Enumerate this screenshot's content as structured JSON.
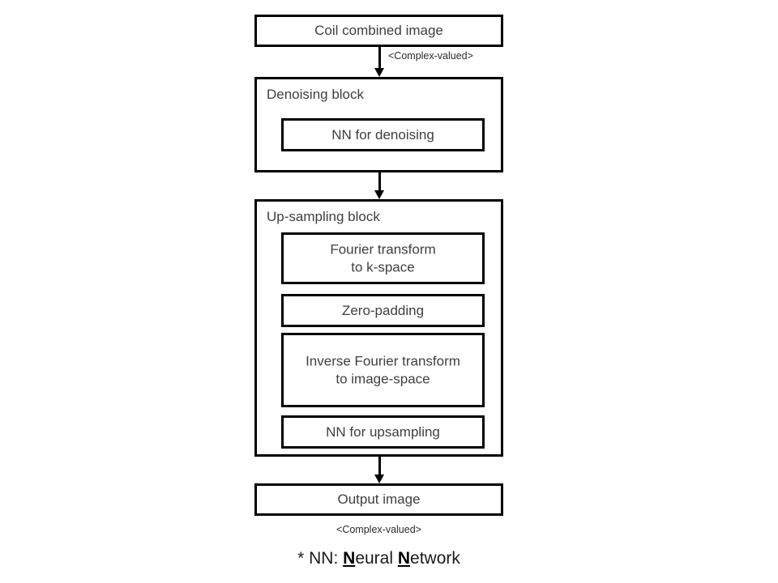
{
  "diagram": {
    "title_note": "* NN: Neural Network",
    "nodes": {
      "coil_combined": {
        "label": "Coil combined image"
      },
      "denoising_block": {
        "title": "Denoising block",
        "children": [
          {
            "label": "NN for denoising"
          }
        ]
      },
      "upsampling_block": {
        "title": "Up-sampling block",
        "children": [
          {
            "label": "Fourier transform\nto k-space"
          },
          {
            "label": "Zero-padding"
          },
          {
            "label": "Inverse Fourier transform\nto image-space"
          },
          {
            "label": "NN for upsampling"
          }
        ]
      },
      "output_image": {
        "label": "Output image"
      }
    },
    "edges": [
      {
        "from": "coil_combined",
        "to": "denoising_block",
        "label": "<Complex-valued>"
      },
      {
        "from": "denoising_block",
        "to": "upsampling_block",
        "label": ""
      },
      {
        "from": "upsampling_block",
        "to": "output_image",
        "label": ""
      }
    ],
    "output_caption": "<Complex-valued>",
    "footnote": {
      "prefix": "* NN: ",
      "n1": "N",
      "word1": "eural ",
      "n2": "N",
      "word2": "etwork"
    },
    "colors": {
      "stroke": "#000000",
      "text": "#3f3f3f",
      "background": "#ffffff"
    }
  }
}
